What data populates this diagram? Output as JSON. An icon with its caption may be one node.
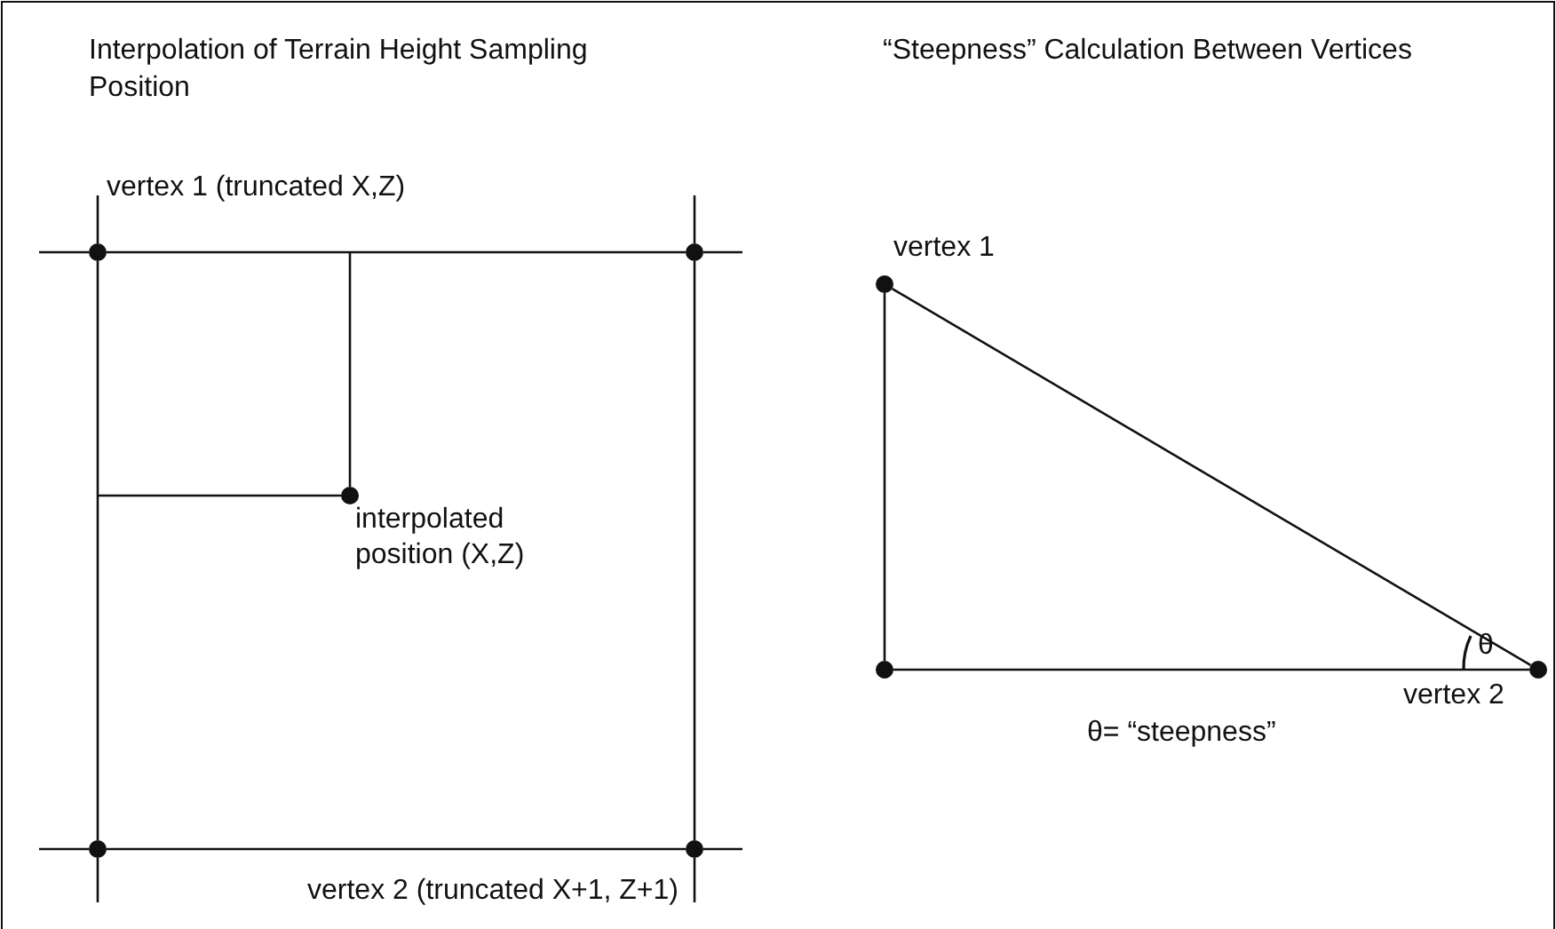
{
  "diagram": {
    "nodes": [
      {
        "text": [
          "vertex 1 (truncated X,Z)"
        ]
      },
      {
        "text": [],
        "shape": "circle"
      },
      {
        "text": [
          "interpolated position (X,Z)"
        ]
      },
      {
        "text": [],
        "shape": "circle"
      },
      {
        "text": [
          "vertex 2 (truncated X+1, Z+1)"
        ]
      },
      {
        "text": [
          "vertex 1"
        ]
      },
      {
        "text": [],
        "shape": "circle"
      },
      {
        "text": [
          "vertex 2"
        ]
      }
    ],
    "edges": [
      {
        "from": 0,
        "to": 1,
        "arrow": "none"
      },
      {
        "from": 0,
        "to": 3,
        "arrow": "none"
      },
      {
        "from": 1,
        "to": 4,
        "arrow": "none"
      },
      {
        "from": 3,
        "to": 4,
        "arrow": "none"
      },
      {
        "from": 2,
        "to": null,
        "arrow": "none"
      },
      {
        "from": 2,
        "to": null,
        "arrow": "none"
      },
      {
        "from": 5,
        "to": 6,
        "arrow": "none"
      },
      {
        "from": 6,
        "to": 7,
        "arrow": "none"
      },
      {
        "from": 5,
        "to": 7,
        "arrow": "none"
      }
    ],
    "labels": [
      "Interpolation of Terrain Height Sampling Position",
      "“Steepness” Calculation Between Vertices",
      "θ",
      "θ= “steepness”"
    ]
  }
}
